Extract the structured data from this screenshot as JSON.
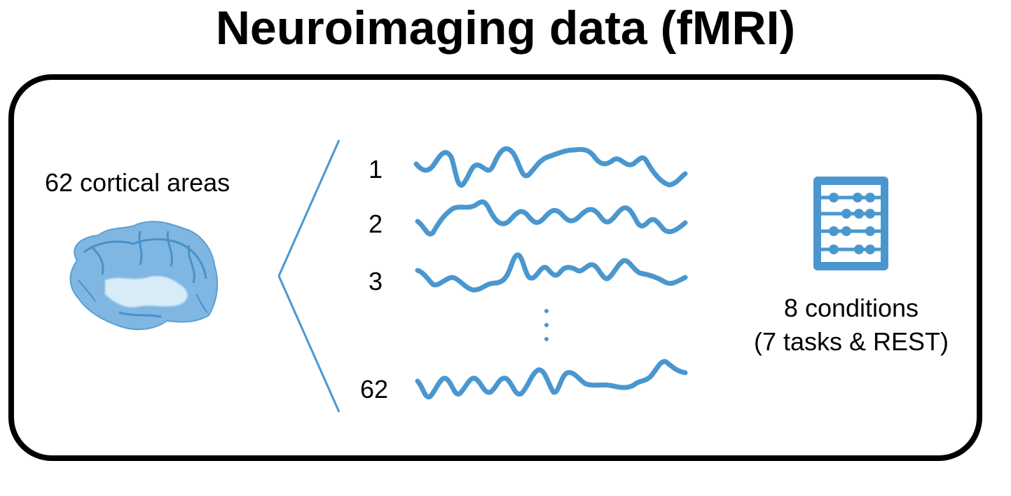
{
  "title": "Neuroimaging data (fMRI)",
  "areas_label": "62 cortical areas",
  "rows": [
    {
      "label": "1"
    },
    {
      "label": "2"
    },
    {
      "label": "3"
    },
    {
      "label": "62"
    }
  ],
  "conditions": {
    "line1": "8 conditions",
    "line2": "(7 tasks & REST)"
  },
  "icons": {
    "brain": "brain-icon",
    "abacus": "abacus-icon"
  },
  "colors": {
    "signal": "#4a97cf",
    "brain_light": "#9ccbec",
    "brain_dark": "#5b9fd2",
    "frame": "#000000"
  }
}
